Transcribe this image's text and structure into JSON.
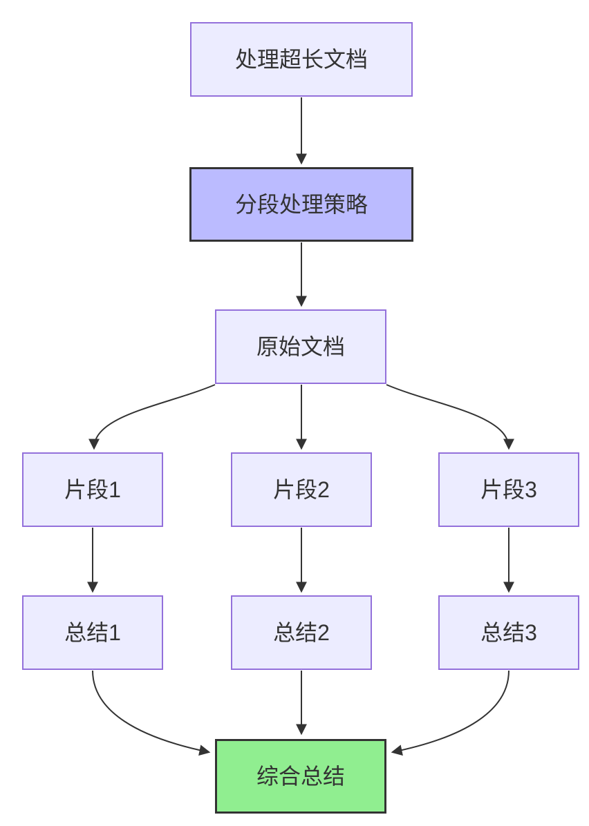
{
  "diagram": {
    "type": "flowchart",
    "direction": "top-down",
    "nodes": {
      "root": {
        "label": "处理超长文档",
        "style": "default"
      },
      "strategy": {
        "label": "分段处理策略",
        "style": "emphasis"
      },
      "source_doc": {
        "label": "原始文档",
        "style": "default"
      },
      "fragment1": {
        "label": "片段1",
        "style": "default"
      },
      "fragment2": {
        "label": "片段2",
        "style": "default"
      },
      "fragment3": {
        "label": "片段3",
        "style": "default"
      },
      "summary1": {
        "label": "总结1",
        "style": "default"
      },
      "summary2": {
        "label": "总结2",
        "style": "default"
      },
      "summary3": {
        "label": "总结3",
        "style": "default"
      },
      "final_summary": {
        "label": "综合总结",
        "style": "success"
      }
    },
    "edges": [
      {
        "from": "root",
        "to": "strategy"
      },
      {
        "from": "strategy",
        "to": "source_doc"
      },
      {
        "from": "source_doc",
        "to": "fragment1"
      },
      {
        "from": "source_doc",
        "to": "fragment2"
      },
      {
        "from": "source_doc",
        "to": "fragment3"
      },
      {
        "from": "fragment1",
        "to": "summary1"
      },
      {
        "from": "fragment2",
        "to": "summary2"
      },
      {
        "from": "fragment3",
        "to": "summary3"
      },
      {
        "from": "summary1",
        "to": "final_summary"
      },
      {
        "from": "summary2",
        "to": "final_summary"
      },
      {
        "from": "summary3",
        "to": "final_summary"
      }
    ],
    "colors": {
      "node_fill": "#ECECFF",
      "node_border": "#9370DB",
      "emphasis_fill": "#BBBBFF",
      "emphasis_border": "#333333",
      "success_fill": "#90EE90",
      "success_border": "#333333",
      "edge": "#333333",
      "text": "#333333",
      "background": "#FFFFFF"
    }
  }
}
